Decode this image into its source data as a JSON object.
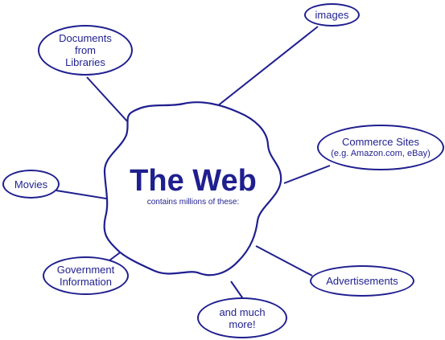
{
  "diagram": {
    "center": {
      "title": "The Web",
      "subtitle": "contains millions of these:"
    },
    "nodes": {
      "documents": "Documents\nfrom\nLibraries",
      "images": "images",
      "commerce_title": "Commerce Sites",
      "commerce_sub": "(e.g. Amazon.com, eBay)",
      "movies": "Movies",
      "government": "Government\nInformation",
      "advertisements": "Advertisements",
      "more": "and much\nmore!"
    }
  },
  "colors": {
    "ink": "#1f1f8f",
    "background": "#ffffff"
  }
}
